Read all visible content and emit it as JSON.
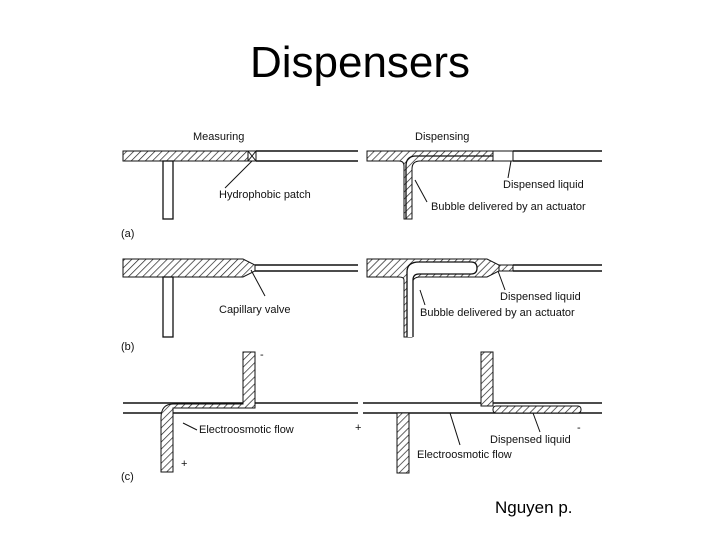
{
  "slide": {
    "title": "Dispensers",
    "credit": "Nguyen p."
  },
  "figure": {
    "panel_a": {
      "tag": "(a)",
      "header_left": "Measuring",
      "header_right": "Dispensing",
      "label_patch": "Hydrophobic patch",
      "label_liquid": "Dispensed liquid",
      "label_bubble": "Bubble delivered by an actuator"
    },
    "panel_b": {
      "tag": "(b)",
      "label_valve": "Capillary valve",
      "label_liquid": "Dispensed liquid",
      "label_bubble": "Bubble delivered by an actuator"
    },
    "panel_c": {
      "tag": "(c)",
      "label_flow_left": "Electroosmotic flow",
      "label_flow_right": "Electroosmotic flow",
      "label_liquid": "Dispensed liquid",
      "sign_minus": "-",
      "sign_plus": "+"
    }
  }
}
